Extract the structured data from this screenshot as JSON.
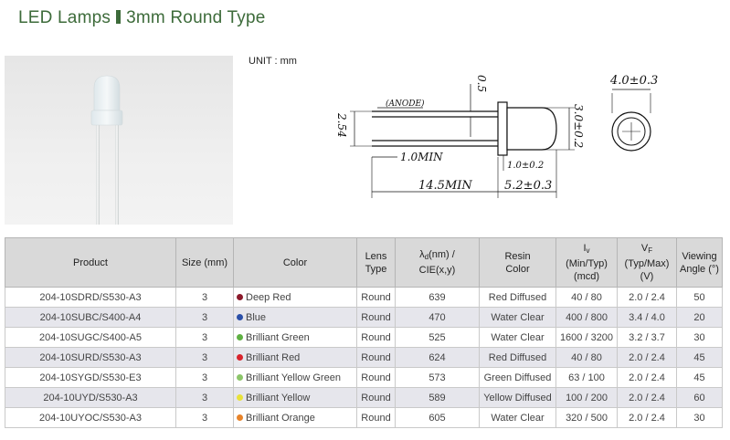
{
  "title": {
    "left": "LED Lamps",
    "right": "3mm Round Type"
  },
  "unit_label": "UNIT : mm",
  "drawing": {
    "anode_label": "(ANODE)",
    "dim_pin_width": "0.5",
    "dim_pitch": "2.54",
    "dim_min_lead": "1.0MIN",
    "dim_flange": "1.0±0.2",
    "dim_lead_length": "14.5MIN",
    "dim_body_length": "5.2±0.3",
    "dim_diameter": "3.0±0.2",
    "dim_flange_dia": "4.0±0.3"
  },
  "table": {
    "headers": {
      "product": "Product",
      "size": "Size (mm)",
      "color": "Color",
      "lens_type": [
        "Lens",
        "Type"
      ],
      "wavelength_main": "λ",
      "wavelength_sub": "d",
      "wavelength_rest": "(nm) /",
      "wavelength_cie": "CIE(x,y)",
      "resin_color": [
        "Resin",
        "Color"
      ],
      "iv_main": "I",
      "iv_sub": "v",
      "iv_range": "(Min/Typ)",
      "iv_unit": "(mcd)",
      "vf_main": "V",
      "vf_sub": "F",
      "vf_range": "(Typ/Max)",
      "vf_unit": "(V)",
      "angle": [
        "Viewing",
        "Angle (°)"
      ]
    },
    "rows": [
      {
        "product": "204-10SDRD/S530-A3",
        "size": "3",
        "color": "Deep Red",
        "dot": "#8b1a2b",
        "lens": "Round",
        "wavelength": "639",
        "resin": "Red Diffused",
        "iv": "40 / 80",
        "vf": "2.0 / 2.4",
        "angle": "50"
      },
      {
        "product": "204-10SUBC/S400-A4",
        "size": "3",
        "color": "Blue",
        "dot": "#2a4fa8",
        "lens": "Round",
        "wavelength": "470",
        "resin": "Water Clear",
        "iv": "400 / 800",
        "vf": "3.4 / 4.0",
        "angle": "20"
      },
      {
        "product": "204-10SUGC/S400-A5",
        "size": "3",
        "color": "Brilliant Green",
        "dot": "#5fb043",
        "lens": "Round",
        "wavelength": "525",
        "resin": "Water Clear",
        "iv": "1600 / 3200",
        "vf": "3.2 / 3.7",
        "angle": "30"
      },
      {
        "product": "204-10SURD/S530-A3",
        "size": "3",
        "color": "Brilliant Red",
        "dot": "#d8242c",
        "lens": "Round",
        "wavelength": "624",
        "resin": "Red Diffused",
        "iv": "40 / 80",
        "vf": "2.0 / 2.4",
        "angle": "45"
      },
      {
        "product": "204-10SYGD/S530-E3",
        "size": "3",
        "color": "Brilliant Yellow Green",
        "dot": "#8cc56a",
        "lens": "Round",
        "wavelength": "573",
        "resin": "Green Diffused",
        "iv": "63 / 100",
        "vf": "2.0 / 2.4",
        "angle": "45"
      },
      {
        "product": "204-10UYD/S530-A3",
        "size": "3",
        "color": "Brilliant Yellow",
        "dot": "#e8e23a",
        "lens": "Round",
        "wavelength": "589",
        "resin": "Yellow Diffused",
        "iv": "100 / 200",
        "vf": "2.0 / 2.4",
        "angle": "60"
      },
      {
        "product": "204-10UYOC/S530-A3",
        "size": "3",
        "color": "Brilliant Orange",
        "dot": "#e8842a",
        "lens": "Round",
        "wavelength": "605",
        "resin": "Water Clear",
        "iv": "320 / 500",
        "vf": "2.0 / 2.4",
        "angle": "30"
      }
    ]
  }
}
